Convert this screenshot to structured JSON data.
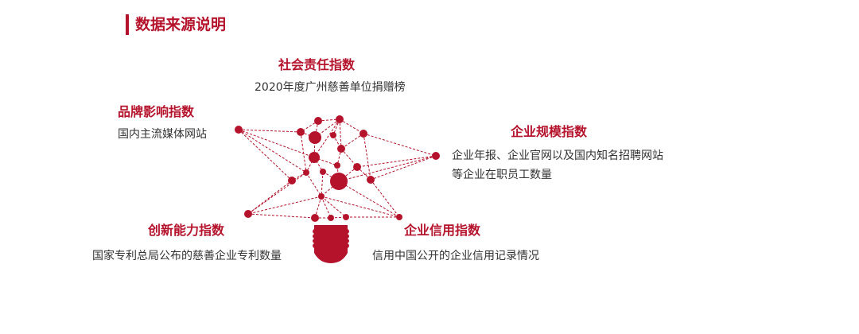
{
  "title": "数据来源说明",
  "social": {
    "heading": "社会责任指数",
    "desc": "2020年度广州慈善单位捐赠榜"
  },
  "brand": {
    "heading": "品牌影响指数",
    "desc": "国内主流媒体网站"
  },
  "scale": {
    "heading": "企业规模指数",
    "desc1": "企业年报、企业官网以及国内知名招聘网站",
    "desc2": "等企业在职员工数量"
  },
  "innovation": {
    "heading": "创新能力指数",
    "desc": "国家专利总局公布的慈善企业专利数量"
  },
  "credit": {
    "heading": "企业信用指数",
    "desc": "信用中国公开的企业信用记录情况"
  },
  "colors": {
    "accent": "#b5132c"
  }
}
